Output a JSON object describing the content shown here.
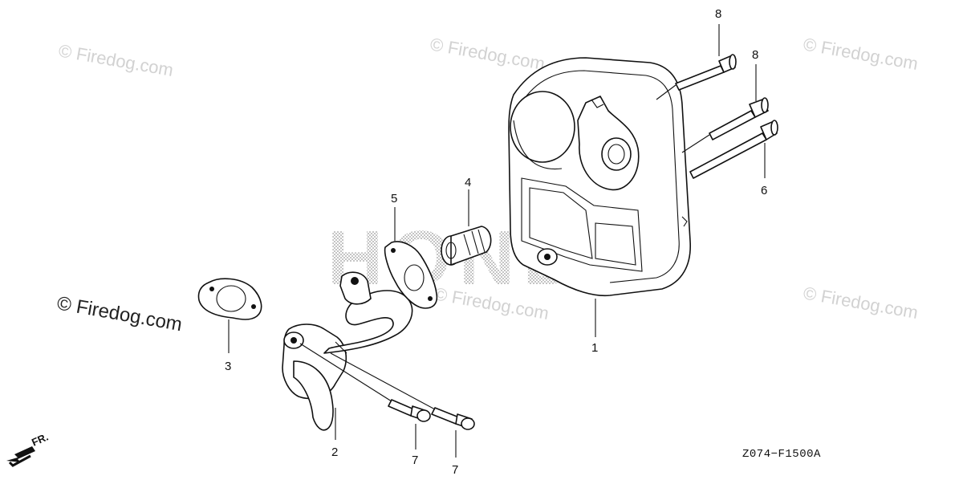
{
  "watermarks": {
    "text": "© Firedog.com",
    "brand_mark": "HONDA"
  },
  "callouts": {
    "c1": "1",
    "c2": "2",
    "c3": "3",
    "c4": "4",
    "c5": "5",
    "c6": "6",
    "c7a": "7",
    "c7b": "7",
    "c8a": "8",
    "c8b": "8"
  },
  "diagram_code": "Z074−F1500A",
  "direction_label": "FR.",
  "colors": {
    "line": "#111111",
    "watermark": "#d2d2d2",
    "background": "#ffffff"
  }
}
